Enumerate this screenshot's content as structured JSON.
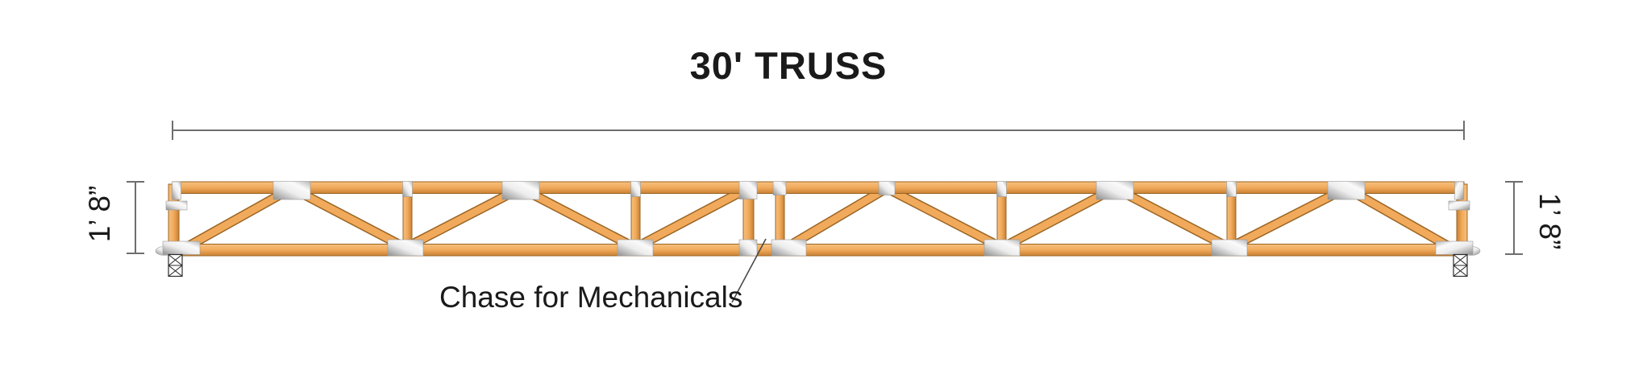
{
  "title": "30' TRUSS",
  "dimensions": {
    "height_left": "1’ 8”",
    "height_right": "1’ 8”"
  },
  "annotations": {
    "chase_label": "Chase for Mechanicals"
  },
  "drawing": {
    "truss_span_label": "30' TRUSS",
    "truss_height_label": "1’ 8”",
    "members": "wood top chord, bottom chord, vertical and diagonal webs with steel connector plates",
    "bearing": "cross-hatched bearing blocks at both ends",
    "chase_location": "open vertical gap between doubled verticals near mid-span"
  },
  "colors": {
    "background": "#FFFFFF",
    "text": "#1A1A1A",
    "wood_light": "#F7C07F",
    "wood_mid": "#F1AA5B",
    "wood_dark": "#C98133",
    "wood_outline": "#9A6524",
    "plate_light": "#FAFAFA",
    "plate_mid": "#B5B5B5",
    "plate_dark": "#8E8E8E",
    "dim_line": "#6E6E6E",
    "leader": "#4A4A4A"
  }
}
